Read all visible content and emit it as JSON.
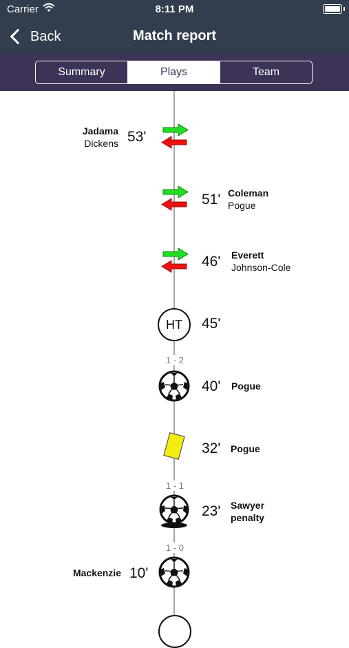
{
  "status_bar": {
    "carrier": "Carrier",
    "time": "8:11 PM"
  },
  "nav": {
    "back_label": "Back",
    "title": "Match report"
  },
  "tabs": [
    {
      "label": "Summary",
      "active": false
    },
    {
      "label": "Plays",
      "active": true
    },
    {
      "label": "Team",
      "active": false
    }
  ],
  "events": [
    {
      "type": "substitution",
      "minute": "53'",
      "side": "left",
      "player_in": "Jadama",
      "player_out": "Dickens"
    },
    {
      "type": "substitution",
      "minute": "51'",
      "side": "right",
      "player_in": "Coleman",
      "player_out": "Pogue"
    },
    {
      "type": "substitution",
      "minute": "46'",
      "side": "right",
      "player_in": "Everett",
      "player_out": "Johnson-Cole"
    },
    {
      "type": "half-time",
      "minute": "45'",
      "label": "HT"
    },
    {
      "type": "score",
      "value": "1 - 2"
    },
    {
      "type": "goal",
      "minute": "40'",
      "side": "right",
      "player": "Pogue"
    },
    {
      "type": "yellow-card",
      "minute": "32'",
      "side": "right",
      "player": "Pogue"
    },
    {
      "type": "score",
      "value": "1 - 1"
    },
    {
      "type": "penalty-goal",
      "minute": "23'",
      "side": "right",
      "player": "Sawyer",
      "note": "penalty"
    },
    {
      "type": "score",
      "value": "1 - 0"
    },
    {
      "type": "goal",
      "minute": "10'",
      "side": "left",
      "player": "Mackenzie"
    }
  ],
  "colors": {
    "header": "#323e4d",
    "segment_bar": "#3c3356",
    "sub_in": "#22dd22",
    "sub_out": "#ee1111",
    "yellow_card": "#f2ee10",
    "timeline": "#a5a5a5"
  },
  "icons": {
    "sub_in": "green-arrow-right-icon",
    "sub_out": "red-arrow-left-icon",
    "goal": "soccer-ball-icon",
    "card": "yellow-card-icon"
  }
}
